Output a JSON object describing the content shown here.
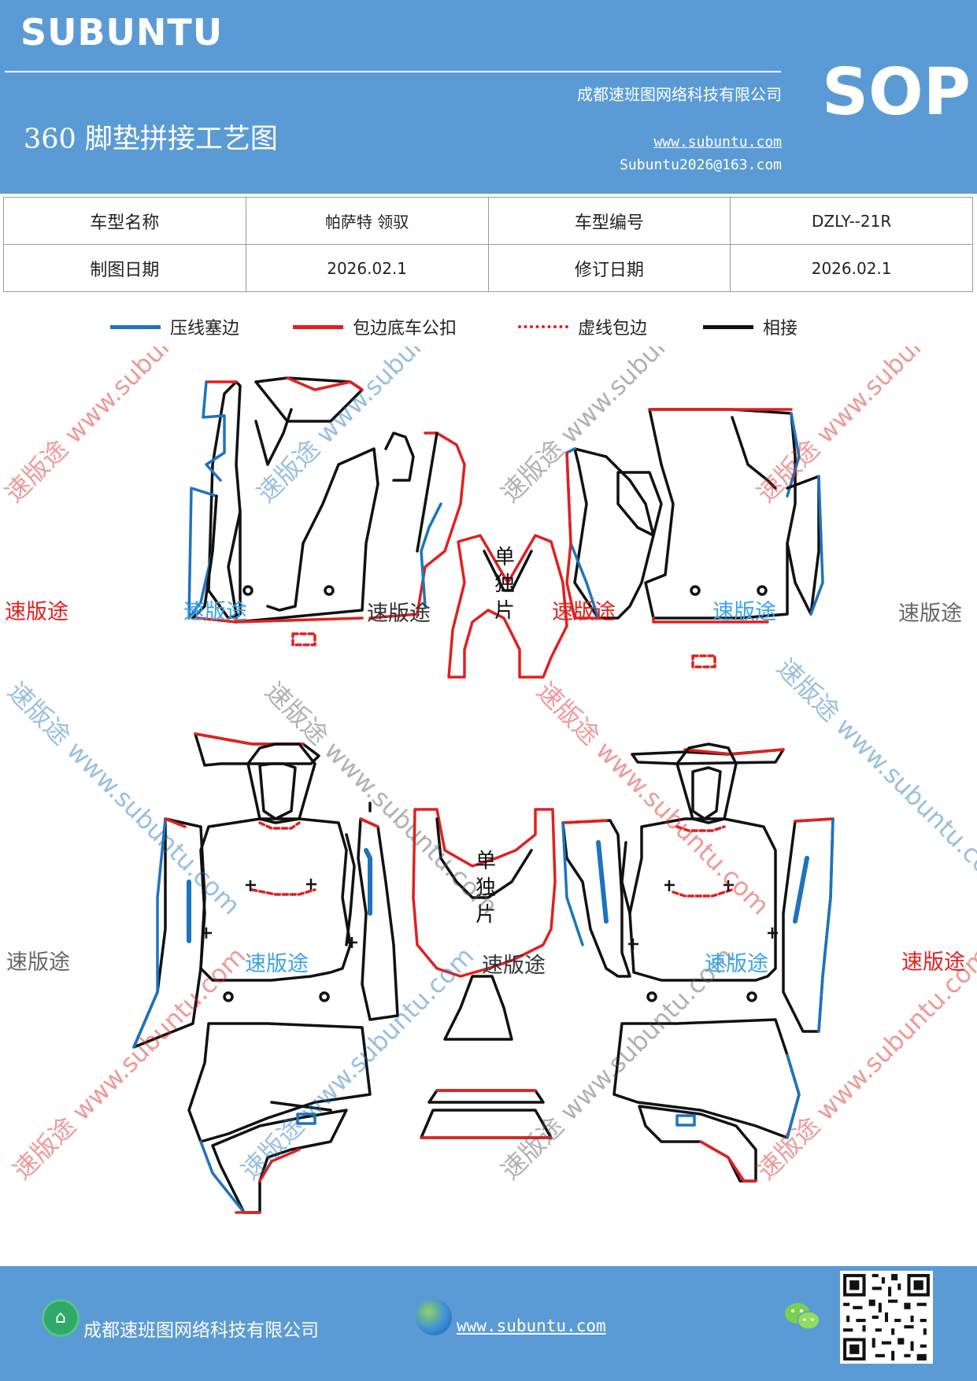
{
  "header": {
    "brand": "SUBUNTU",
    "company": "成都速班图网络科技有限公司",
    "title": "360 脚垫拼接工艺图",
    "website": "www.subuntu.com",
    "email": "Subuntu2026@163.com",
    "badge": "SOP"
  },
  "info_table": {
    "model_name_label": "车型名称",
    "model_name_value": "帕萨特  领驭",
    "model_code_label": "车型编号",
    "model_code_value": "DZLY--21R",
    "draw_date_label": "制图日期",
    "draw_date_value": "2026.02.1",
    "revise_date_label": "修订日期",
    "revise_date_value": "2026.02.1"
  },
  "legend": [
    {
      "label": "压线塞边",
      "color": "#1e73be",
      "style": "solid"
    },
    {
      "label": "包边底车公扣",
      "color": "#e02020",
      "style": "solid"
    },
    {
      "label": "虚线包边",
      "color": "#e02020",
      "style": "dotted"
    },
    {
      "label": "相接",
      "color": "#111111",
      "style": "solid"
    }
  ],
  "diagram": {
    "single_piece_label": "单独片",
    "watermark_text": "速版途",
    "watermark_url": "速版途 www.subuntu.com"
  },
  "footer": {
    "company": "成都速班图网络科技有限公司",
    "website": "www.subuntu.com",
    "home_icon": "home-icon",
    "globe_icon": "globe-icon",
    "wechat_icon": "wechat-icon",
    "qr_code": "qr-code"
  },
  "colors": {
    "header_bg": "#5b9bd5",
    "blue_line": "#1e73be",
    "red_line": "#e02020",
    "black_line": "#111111"
  }
}
